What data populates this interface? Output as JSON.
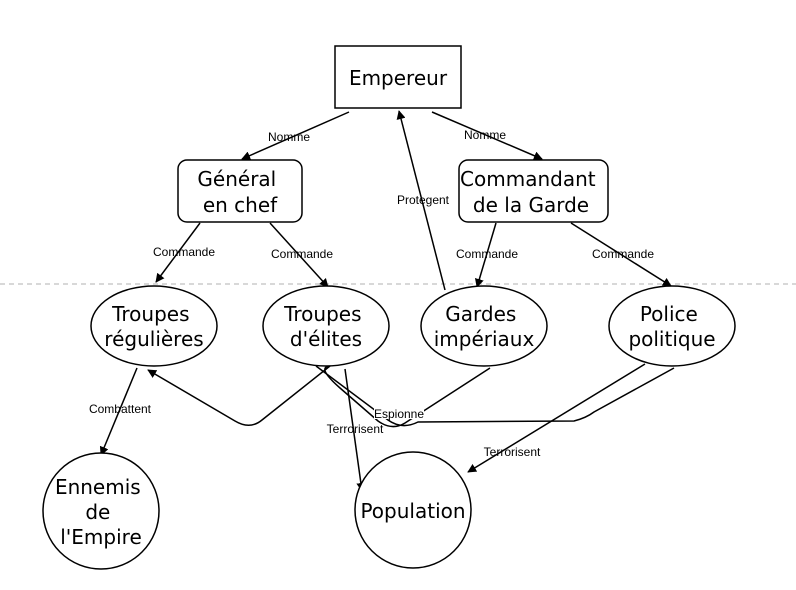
{
  "nodes": {
    "empereur": {
      "label": [
        "Empereur"
      ]
    },
    "general": {
      "label": [
        "Général",
        "en chef"
      ]
    },
    "commandant": {
      "label": [
        "Commandant",
        "de la Garde"
      ]
    },
    "troupes_regulieres": {
      "label": [
        "Troupes",
        "régulières"
      ]
    },
    "troupes_elites": {
      "label": [
        "Troupes",
        "d'élites"
      ]
    },
    "gardes": {
      "label": [
        "Gardes",
        "impériaux"
      ]
    },
    "police": {
      "label": [
        "Police",
        "politique"
      ]
    },
    "ennemis": {
      "label": [
        "Ennemis",
        "de",
        "l'Empire"
      ]
    },
    "population": {
      "label": [
        "Population"
      ]
    }
  },
  "edges": {
    "nomme_general": "Nomme",
    "nomme_commandant": "Nomme",
    "protegent": "Protegent",
    "commande_regulieres": "Commande",
    "commande_elites": "Commande",
    "commande_gardes": "Commande",
    "commande_police": "Commande",
    "combattent": "Combattent",
    "espionne": "Espionne",
    "terrorisent_elites": "Terrorisent",
    "terrorisent_police": "Terrorisent"
  },
  "colors": {
    "stroke": "#000000",
    "divider": "#b0b0b0",
    "background": "#ffffff"
  }
}
